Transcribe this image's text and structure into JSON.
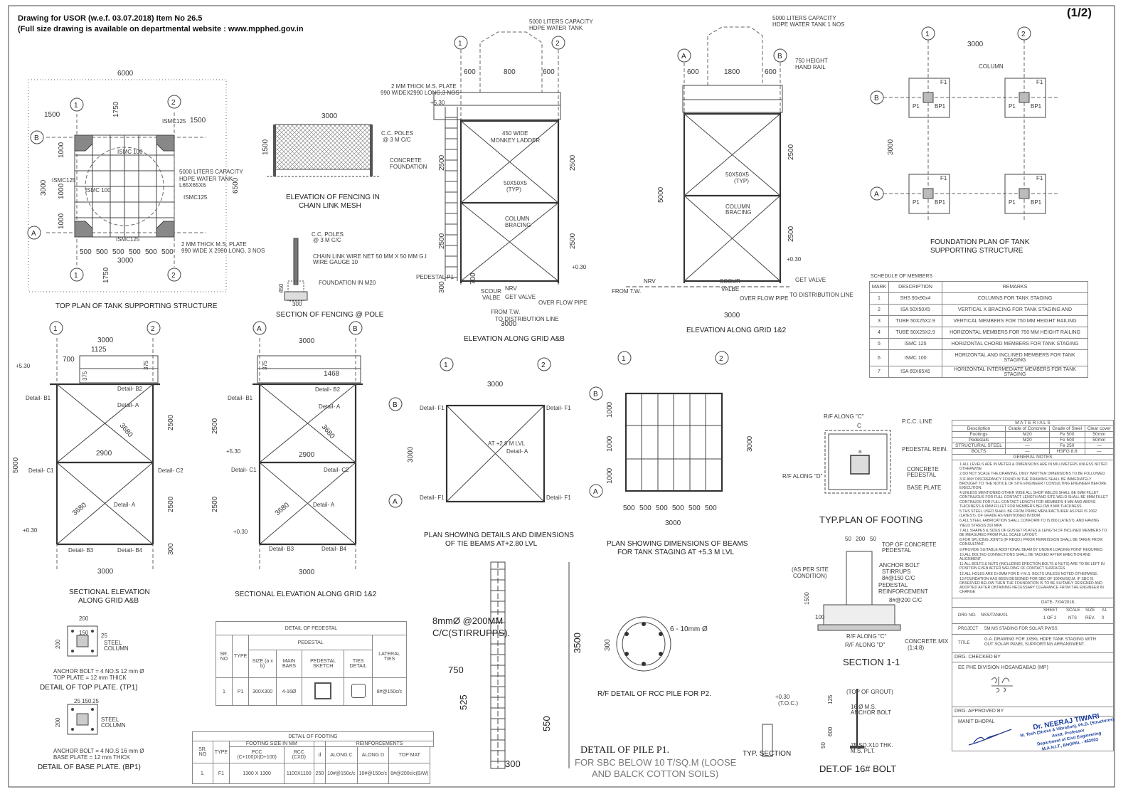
{
  "header": {
    "line1": "Drawing for USOR (w.e.f. 03.07.2018) Item No 26.5",
    "line2": "(Full size drawing is available on departmental website : www.mpphed.gov.in",
    "sheet": "(1/2)"
  },
  "grid": {
    "g1": "1",
    "g2": "2",
    "gA": "A",
    "gB": "B"
  },
  "top_plan": {
    "title": "TOP PLAN OF TANK SUPPORTING STRUCTURE",
    "dims": [
      "6000",
      "1500",
      "1500",
      "1750",
      "6500",
      "3000",
      "1000",
      "1000",
      "1000",
      "500",
      "3000",
      "1750"
    ],
    "labels": [
      "ISMC 100",
      "ISMC125",
      "ISMC 100",
      "ISMC125",
      "5000 LITERS CAPACITY",
      "HDPE WATER TANK",
      "L65X65X6",
      "ISMC125",
      "ISMC125",
      "2 MM THICK M.S. PLATE",
      "990 WIDE X 2990 LONG, 3 NOS"
    ]
  },
  "fence_elev": {
    "title1": "ELEVATION OF FENCING IN",
    "title2": "CHAIN LINK MESH",
    "dim_w": "3000",
    "dim_h": "1500",
    "poles": "C.C. POLES",
    "poles2": "@ 3 M C/C",
    "found": "CONCRETE",
    "found2": "FOUNDATION"
  },
  "fence_sec": {
    "title": "SECTION OF FENCING @ POLE",
    "poles": "C.C. POLES",
    "poles2": "@ 3 M C/C",
    "wire": "CHAIN LINK WIRE NET 50 MM X 50 MM G.I",
    "wire2": "WIRE GAUGE 10",
    "found": "FOUNDATION IN M20",
    "d450": "450",
    "d300": "300"
  },
  "elev_ab": {
    "title": "ELEVATION ALONG GRID A&B",
    "tank": "5000 LITERS CAPACITY",
    "tank2": "HDPE WATER TANK",
    "plate": "2 MM THICK M.S. PLATE",
    "plate2": "990 WIDEX2990 LONG,3 NOS",
    "lvl": "+5.30",
    "lvl0": "+0.30",
    "ladder": "450 WIDE",
    "ladder2": "MONKEY LADDER",
    "isa": "50X50X5",
    "isa2": "(TYP)",
    "col": "COLUMN",
    "col2": "BRACING",
    "dims": [
      "600",
      "800",
      "600",
      "2500",
      "2500",
      "2500",
      "2500",
      "700",
      "300",
      "3000"
    ],
    "pipes": [
      "PEDESTAL P1",
      "SCOUR",
      "VALBE",
      "NRV",
      "GET VALVE",
      "OVER FLOW PIPE",
      "FROM T.W.",
      "TO DISTRIBUTION LINE"
    ]
  },
  "elev_12": {
    "title": "ELEVATION ALONG GRID 1&2",
    "tank": "5000 LITERS CAPACITY",
    "tank2": "HDPE WATER TANK 1 NOS",
    "rail": "750 HEIGHT",
    "rail2": "HAND RAIL",
    "dims": [
      "600",
      "1800",
      "600",
      "5000",
      "2500",
      "2500",
      "3000"
    ],
    "isa": "50X50X5",
    "isa2": "(TYP)",
    "col": "COLUMN",
    "col2": "BRACING",
    "lvl0": "+0.30",
    "pipes": [
      "FROM T.W.",
      "NRV",
      "SCOUR",
      "VALBE",
      "OVER FLOW PIPE",
      "GET VALVE",
      "TO DISTRIBUTION LINE"
    ]
  },
  "found_plan": {
    "title1": "FOUNDATION PLAN OF TANK",
    "title2": "SUPPORTING STRUCTURE",
    "dim": "3000",
    "column": "COLUMN",
    "f1": "F1",
    "p1": "P1",
    "bp1": "BP1"
  },
  "schedule": {
    "caption": "SCHEDULE OF MEMBERS",
    "headers": [
      "MARK",
      "DESCRIPTION",
      "REMARKS"
    ],
    "rows": [
      [
        "1",
        "SHS 90x90x4",
        "COLUMNS FOR TANK STAGING"
      ],
      [
        "2",
        "ISA 50X50X5",
        "VERTICAL X BRACING FOR TANK STAGING AND"
      ],
      [
        "3",
        "TUBE 50X25X2.9",
        "VERTICAL MEMBERS FOR 750 MM HEIGHT RAILING"
      ],
      [
        "4",
        "TUBE 50X25X2.9",
        "HORIZONTAL MEMBERS FOR 750 MM HEIGHT RAILING"
      ],
      [
        "5",
        "ISMC 125",
        "HORIZONTAL CHORD MEMBERS FOR TANK STAGING"
      ],
      [
        "6",
        "ISMC 100",
        "HORIZONTAL AND INCLINED MEMBERS FOR TANK STAGING"
      ],
      [
        "7",
        "ISA 65X65X6",
        "HORIZONTAL INTERMEDIATE MEMBERS FOR TANK STAGING"
      ]
    ]
  },
  "sec_ab": {
    "title1": "SECTIONAL ELEVATION",
    "title2": "ALONG GRID A&B",
    "dims": [
      "3000",
      "1125",
      "700",
      "375",
      "375",
      "2900",
      "3680",
      "3680",
      "5000",
      "2500",
      "2500",
      "300",
      "3000"
    ],
    "lvl": "+5.30",
    "lvl0": "+0.30",
    "details": [
      "Detail- B1",
      "Detail- B2",
      "Detail- A",
      "Detail- C1",
      "Detail- C2",
      "Detail- A",
      "Detail- B3",
      "Detail- B4"
    ]
  },
  "sec_12": {
    "title": "SECTIONAL ELEVATION ALONG GRID 1&2",
    "dims": [
      "3000",
      "375",
      "1468",
      "2900",
      "3680",
      "3680",
      "2500",
      "2500",
      "3000"
    ],
    "lvl": "+5.30",
    "lvl0": "+0.30",
    "details": [
      "Detail- B1",
      "Detail- B2",
      "Detail- A",
      "Detail- C1",
      "Detail- C2",
      "Detail- A",
      "Detail- B3",
      "Detail- B4"
    ]
  },
  "tie_plan": {
    "title1": "PLAN SHOWING DETAILS AND DIMENSIONS",
    "title2": "OF TIE BEAMS AT+2.80 LVL",
    "dim": "3000",
    "lvl": "AT +2.8 M LVL",
    "detA": "Detail- A",
    "detF": "Detail- F1"
  },
  "beam_plan": {
    "title1": "PLAN SHOWING DIMENSIONS OF BEAMS",
    "title2": "FOR TANK STAGING  AT +5.3 M LVL",
    "dim": "3000",
    "d1000": "1000",
    "d500": "500"
  },
  "footing_plan": {
    "title": "TYP.PLAN OF FOOTING",
    "rfc": "R/F ALONG \"C\"",
    "rfd": "R/F ALONG \"D\"",
    "pcc": "P.C.C. LINE",
    "ped": "PEDESTAL REIN.",
    "conc": "CONCRETE",
    "conc2": "PEDESTAL",
    "base": "BASE PLATE",
    "c": "C",
    "a": "a"
  },
  "section11": {
    "title": "SECTION 1-1",
    "dims": [
      "50",
      "200",
      "50",
      "1500",
      "100"
    ],
    "labels": [
      "TOP OF CONCRETE",
      "PEDESTAL",
      "ANCHOR BOLT",
      "STIRRUPS",
      "8#@150 C/C",
      "PEDESTAL",
      "REINFORCEMENT",
      "8#@200 C/C",
      "(AS PER SITE",
      "CONDITION)",
      "R/F ALONG \"C\"",
      "R/F ALONG \"D\"",
      "CONCRETE MIX",
      "(1:4:8)"
    ]
  },
  "top_plate": {
    "title": "DETAIL OF TOP PLATE. (TP1)",
    "note1": "ANCHOR BOLT = 4 NO.S 12 mm Ø",
    "note2": "TOP PLATE = 12 mm THICK",
    "steel": "STEEL",
    "steel2": "COLUMN",
    "dims": [
      "200",
      "150",
      "25",
      "200"
    ]
  },
  "base_plate": {
    "title": "DETAIL OF BASE PLATE. (BP1)",
    "note1": "ANCHOR BOLT = 4 NO.S 16 mm Ø",
    "note2": "BASE PLATE = 12 mm THICK",
    "steel": "STEEL",
    "steel2": "COLUMN",
    "dims": [
      "200",
      "25",
      "150",
      "25"
    ]
  },
  "pedestal_table": {
    "title": "DETAIL OF PEDESTAL",
    "h_sr": "SR. NO",
    "h_type": "TYPE",
    "h_ped": "PEDESTAL",
    "h_size": "SIZE (a x b)",
    "h_main": "MAIN BARS",
    "h_sketch": "PEDESTAL SKETCH",
    "h_ties": "TIES DETAIL",
    "h_lat": "LATERAL TIES",
    "row": {
      "sr": "1",
      "type": "P1",
      "size": "300X300",
      "main": "4-16Ø",
      "lat": "8#@150c/c"
    }
  },
  "footing_table": {
    "title": "DETAIL OF FOOTING",
    "h_sr": "SR. NO",
    "h_type": "TYPE",
    "h_size": "FOOTING SIZE IN MM",
    "h_pcc": "PCC (C+100)X(D+100)",
    "h_rcc": "RCC (CXD)",
    "h_d": "d",
    "h_reinf": "REINFORCEMENTS",
    "h_c": "ALONG C",
    "h_dd": "ALONG D",
    "h_top": "TOP MAT",
    "row": {
      "sr": "1.",
      "type": "F1",
      "pcc": "1300 X 1300",
      "rcc": "1100X1100",
      "d": "250",
      "c": "10#@150c/c",
      "dd": "10#@150c/c",
      "top": "8#@200c/c(B/W)"
    }
  },
  "pile": {
    "title": "DETAIL OF PILE P1.",
    "sub1": "FOR SBC BELOW 10 T/SQ.M (LOOSE",
    "sub2": "AND BALCK COTTON SOILS)",
    "stir1": "8mmØ @200MM",
    "stir2": "C/C(STIRRUPPS).",
    "dims": [
      "3500",
      "750",
      "525",
      "550",
      "300"
    ]
  },
  "rcc_pile": {
    "title": "R/F DETAIL OF RCC PILE FOR P2.",
    "bars": "6 - 10mm Ø",
    "dia": "300"
  },
  "typ_section": {
    "title": "TYP. SECTION",
    "lvl": "+0.30",
    "toc": "(T.O.C.)"
  },
  "bolt": {
    "title": "DET.OF 16# BOLT",
    "labels": [
      "(TOP OF GROUT)",
      "16 Ø M.S.",
      "ANCHOR BOLT",
      "75 SQ.X10 THK.",
      "M.S. PLT."
    ],
    "dims": [
      "125",
      "600",
      "50"
    ]
  },
  "materials": {
    "title": "M A T E R I A L S",
    "headers": [
      "Description",
      "Grade of Concrete",
      "Grade of Steel",
      "Clear cover"
    ],
    "rows": [
      [
        "Footings",
        "M20",
        "Fe 500",
        "50mm"
      ],
      [
        "Pedestals",
        "M20",
        "Fe 500",
        "50mm"
      ],
      [
        "STRUCTURAL STEEL",
        "—",
        "Fe 250",
        "—"
      ],
      [
        "BOLTS",
        "—",
        "HSFG 8.8",
        "—"
      ]
    ],
    "notes_title": "GENERAL NOTES"
  },
  "notes": [
    "1.ALL LEVELS ARE IN METER & DIMENSIONS ARE IN MILLIMETERS UNLESS NOTED OTHERWISE",
    "2.DO NOT SCALE THE DRAWING, ONLY WRITTEN DIMENSIONS TO BE FOLLOWED.",
    "3.IF ANY DISCREPANCY FOUND IN THE DRAWING SHALL BE IMMEDIATELY BROUGHT TO THE NOTICE OF SITE ENGINEER / CONSULTING ENGINEER BEFORE EXECUTION.",
    "4.UNLESS MENTIONED OTHER WISE ALL SHOP WELDS SHALL BE 6MM FILLET CONTINUOUS FOR FULL CONTACT LENGTH AND SITE WELD SHALL BE 8MM FILLET CONTINUOS FOR FULL CONTACT LENGTH FOR MEMBERS 8 MM AND ABOVE THICKNESS & 6MM FILLET FOR MEMBERS BELOW 8 MM THICKNESS.",
    "5.THS STEEL USED SHALL BE FROM PRIME MENUFACTURER AS PER IS 2062 (LATEST). OF GRADE AS MENTIONED IN BOM.",
    "6.ALL STEEL FABRICATION SHALL CONFORM TO IS 800 (LATEST). AND HAVING YIELD STRESS 310 MPA",
    "7.ALL SHAPES & SIZES OF GUSSET PLATES & LENGTH OF INCLINED MEMBERS TO BE MEASURED FROM FULL SCALE LAYOUT.",
    "8.FOR SPLICING JOINTS (IF REQD.) PRIOR PERMISSION SHALL BE TAKEN FROM CONSULTANT.",
    "9.PROVIDE SUITABLE ADDITIONAL BEAM BY UNDER LOADING POINT REQUIRED.",
    "10.ALL BOLTED CONNECTIONS SHALL BE TACKED AFTER ERECTION AND ALIGNMENT.",
    "11.ALL BOLTS & NUTS (INCLUDING ERECTION BOLTS & NUTS) ARE TO BE LEFT IN POSITION EVEN AFTER WELDING OF CONTACT SURFACES.",
    "12.ALL HOLES ARE D+2MM FOR D # M.S. BOLTS UNLESS NOTED OTHERWISE.",
    "13.FOUNDATION HAS BEEN DESIGNED FOR SBC OF 100KN/SQ.M. IF SBC IS OBSERVED BELOW THEN THE FOUNDATION IS TO BE SUITABLY DESIGNED AND ADOPTED AFTER OBTAINING NECESSARY CLEARANCE FROM THE ENGINEER IN CHARGE"
  ],
  "title_block": {
    "date": "DATE- 7/04/2018.",
    "drg_no_label": "DRG NO.",
    "drg_no": "NSS/TANK/01",
    "sheet_label": "SHEET",
    "sheet": "1 OF 2",
    "scale_label": "SCALE",
    "scale": "NTS",
    "size_label": "SIZE",
    "size": "A1",
    "rev_label": "REV.",
    "rev": "0",
    "project_label": "PROJECT",
    "project": "5M MS    STADING FOR SOLAR PWSS",
    "title_label": "TITLE",
    "title": "G.A. DRAWING FOR 1X5KL HDPE TANK STAGING WITH OUT SOLAR PANEL SUPPORTING ARRANGMENT.",
    "checked_label": "DRG. CHECKED BY",
    "checked": "EE PHE DIVISION HOSANGABAD (MP)",
    "approved_label": "DRG. APPROVED BY",
    "approved": "MANIT BHOPAL",
    "stamp_name": "Dr. NEERAJ TIWARI",
    "stamp_l2": "M. Tech (Stress & Vibration), Ph.D. (Structures)",
    "stamp_l3": "Asstt. Professor",
    "stamp_l4": "Department of Civil Engineering",
    "stamp_l5": "M.A.N.I.T., BHOPAL - 462003"
  }
}
